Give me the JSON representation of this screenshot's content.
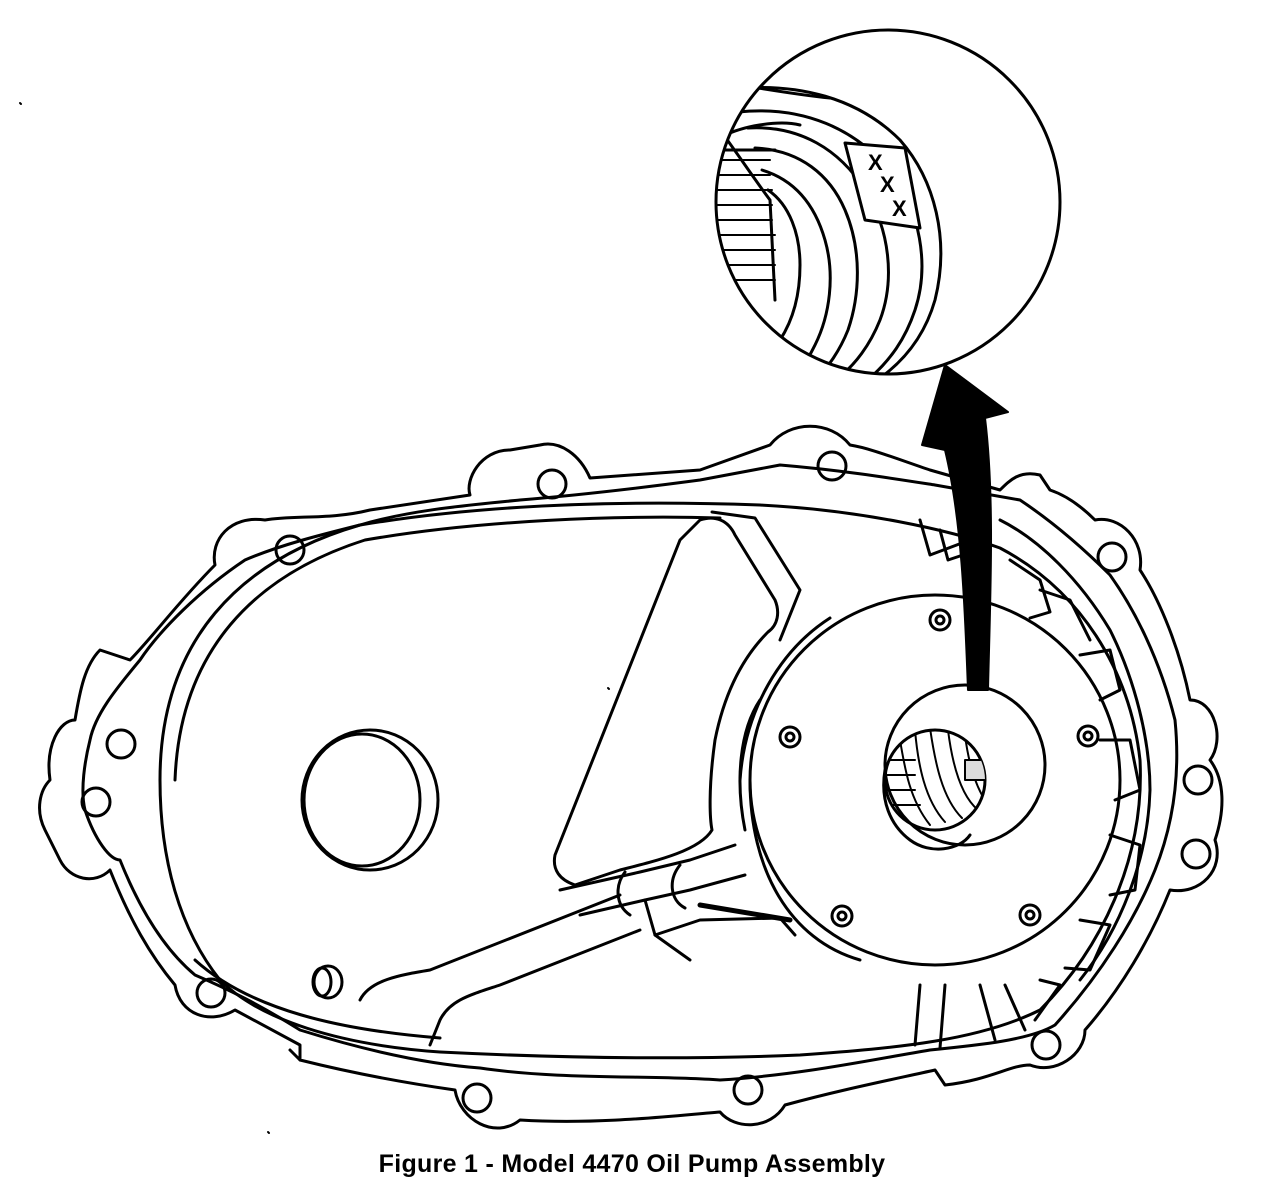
{
  "figure": {
    "caption": "Figure 1 - Model 4470 Oil Pump Assembly",
    "detail_marks": [
      "X",
      "X",
      "X"
    ]
  },
  "colors": {
    "ink": "#000000",
    "paper": "#ffffff"
  }
}
